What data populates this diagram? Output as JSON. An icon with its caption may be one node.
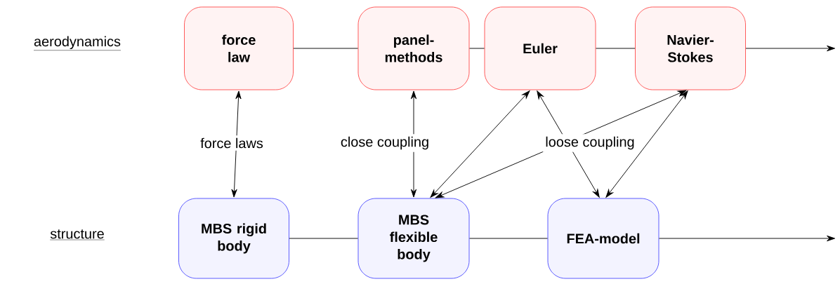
{
  "diagram": {
    "nodes": [
      {
        "text": [
          "force law"
        ]
      },
      {
        "text": [
          "panel-methods"
        ]
      },
      {
        "text": [
          "Euler"
        ]
      },
      {
        "text": [
          "Navier-Stokes"
        ]
      },
      {
        "text": [
          "MBS rigid body"
        ]
      },
      {
        "text": [
          "MBS flexible body"
        ]
      },
      {
        "text": [
          "FEA-model"
        ]
      }
    ],
    "edges": [
      {
        "from": 0,
        "to": 1,
        "arrow": "none"
      },
      {
        "from": 1,
        "to": 2,
        "arrow": "none"
      },
      {
        "from": 2,
        "to": 3,
        "arrow": "none"
      },
      {
        "from": 3,
        "to": null,
        "arrow": "to"
      },
      {
        "from": 4,
        "to": 5,
        "arrow": "none"
      },
      {
        "from": 5,
        "to": 6,
        "arrow": "none"
      },
      {
        "from": 6,
        "to": null,
        "arrow": "to"
      },
      {
        "from": 0,
        "to": 4,
        "arrow": "both",
        "label": "force laws"
      },
      {
        "from": 1,
        "to": 5,
        "arrow": "both",
        "label": "close coupling"
      },
      {
        "from": 5,
        "to": 2,
        "arrow": "both"
      },
      {
        "from": 5,
        "to": 3,
        "arrow": "both",
        "label": "loose coupling"
      },
      {
        "from": 2,
        "to": 6,
        "arrow": "both"
      },
      {
        "from": 3,
        "to": 6,
        "arrow": "both"
      }
    ],
    "labels": [
      "aerodynamics",
      "structure"
    ]
  }
}
